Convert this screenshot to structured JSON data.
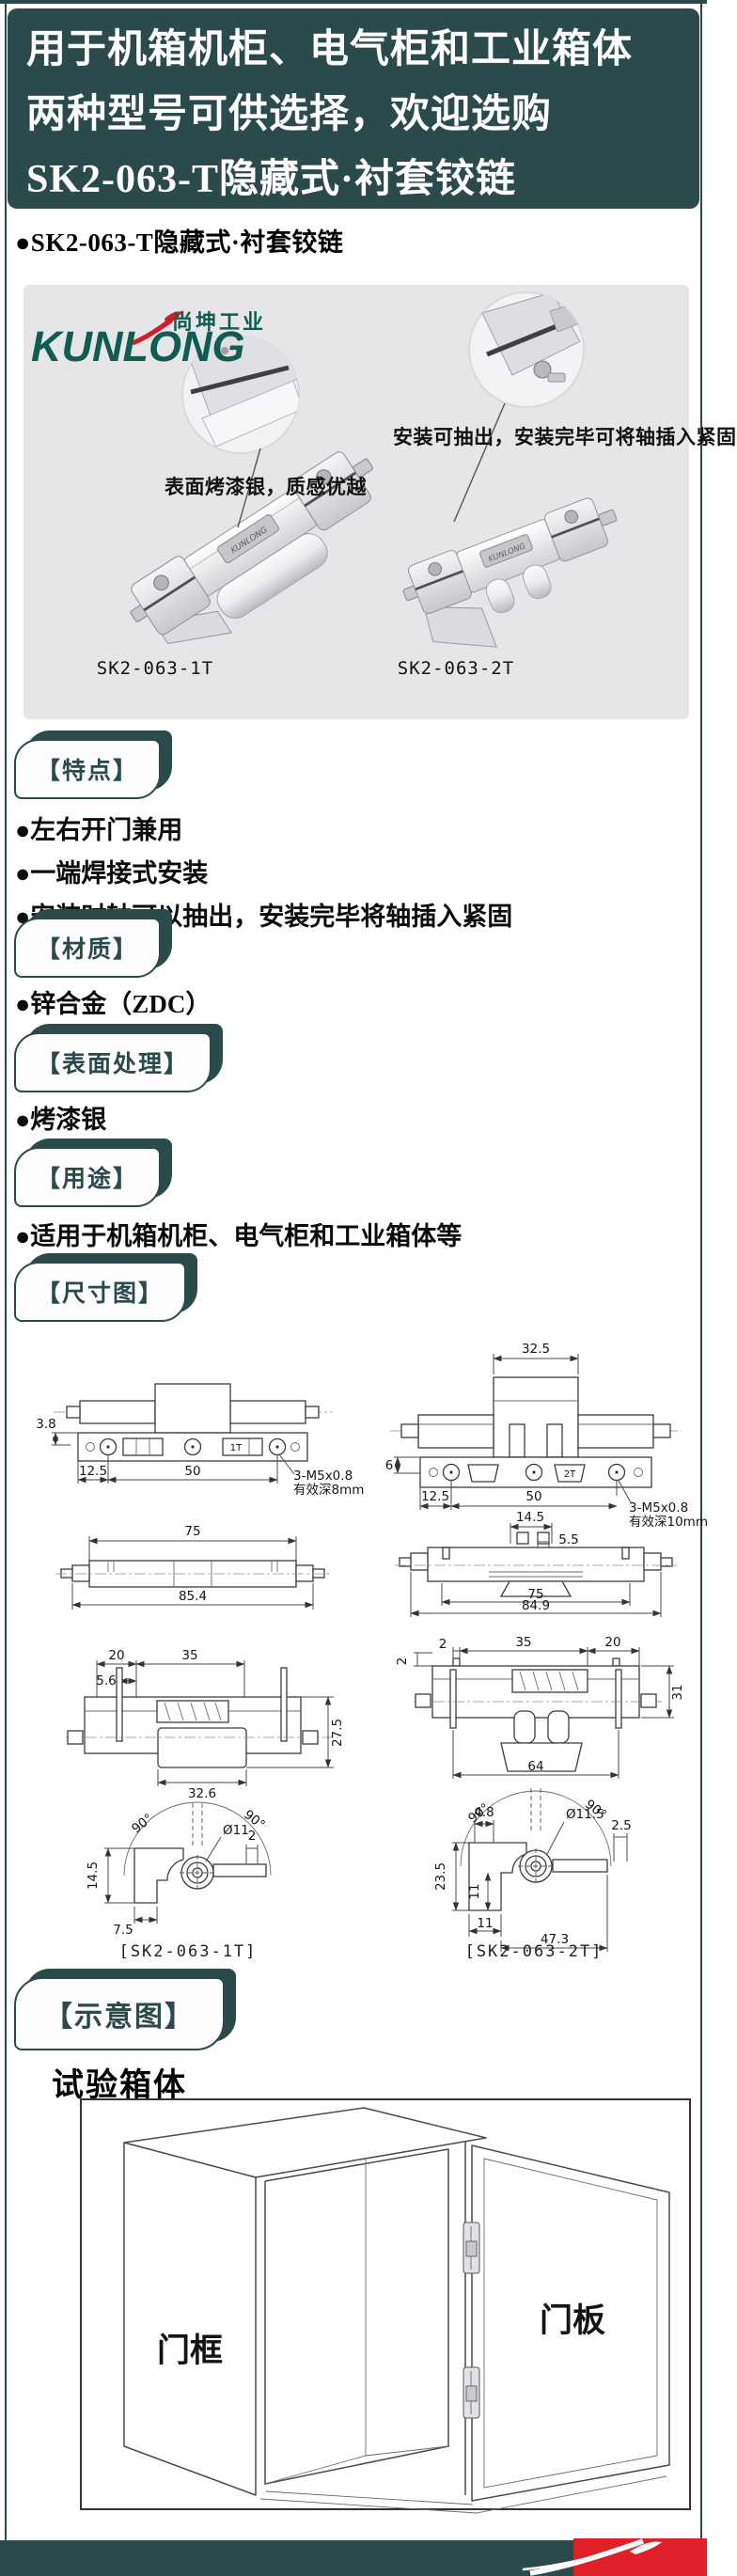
{
  "colors": {
    "teal": "#2b4a4c",
    "logo_green": "#0e5c52",
    "red": "#df2028",
    "panel_gray": "#e6e5e7"
  },
  "header": {
    "line1": "用于机箱机柜、电气柜和工业箱体",
    "line2": "两种型号可供选择，欢迎选购",
    "line3": "SK2-063-T隐藏式·衬套铰链"
  },
  "intro": {
    "product_line": "●SK2-063-T隐藏式·衬套铰链"
  },
  "brand": {
    "name": "KUNLONG",
    "tagline": "尚坤工业"
  },
  "gallery": {
    "callout_note": "安装可抽出，安装完毕可将轴插入紧固",
    "surface_note": "表面烤漆银，质感优越",
    "model_left": "SK2-063-1T",
    "model_right": "SK2-063-2T"
  },
  "sections": {
    "features": {
      "badge": "【特点】",
      "items": [
        "●左右开门兼用",
        "●一端焊接式安装",
        "●安装时轴可以抽出，安装完毕将轴插入紧固"
      ]
    },
    "material": {
      "badge": "【材质】",
      "items": [
        "●锌合金（ZDC）"
      ]
    },
    "surface": {
      "badge": "【表面处理】",
      "items": [
        "●烤漆银"
      ]
    },
    "usage": {
      "badge": "【用途】",
      "items": [
        "●适用于机箱机柜、电气柜和工业箱体等"
      ]
    },
    "dims": {
      "badge": "【尺寸图】"
    },
    "schematic": {
      "badge": "【示意图】",
      "title": "试验箱体",
      "frame_label": "门框",
      "door_label": "门板"
    }
  },
  "dim1": {
    "caption": "[SK2-063-1T]",
    "slot_tag": "1T",
    "v38": "3.8",
    "v125": "12.5",
    "v50": "50",
    "thread1": "3-M5x0.8",
    "thread2": "有效深8mm",
    "v75": "75",
    "v854": "85.4",
    "v20": "20",
    "v35": "35",
    "v56": "5.6",
    "v275": "27.5",
    "v326": "32.6",
    "a90l": "90°",
    "a90r": "90°",
    "dia": "Ø11",
    "v2": "2",
    "v145": "14.5",
    "v75b": "7.5"
  },
  "dim2": {
    "caption": "[SK2-063-2T]",
    "slot_tag": "2T",
    "v325": "32.5",
    "v6": "6",
    "v125": "12.5",
    "v50": "50",
    "thread1": "3-M5x0.8",
    "thread2": "有效深10mm",
    "v145": "14.5",
    "v55": "5.5",
    "v75": "75",
    "v849": "84.9",
    "v2a": "2",
    "v35": "35",
    "v20": "20",
    "v2b": "2",
    "v31": "31",
    "v64": "64",
    "a90l": "90°",
    "a90r": "90°",
    "v48": "4.8",
    "dia": "Ø11.5",
    "v25": "2.5",
    "v235": "23.5",
    "v11a": "11",
    "v11b": "11",
    "v473": "47.3"
  }
}
